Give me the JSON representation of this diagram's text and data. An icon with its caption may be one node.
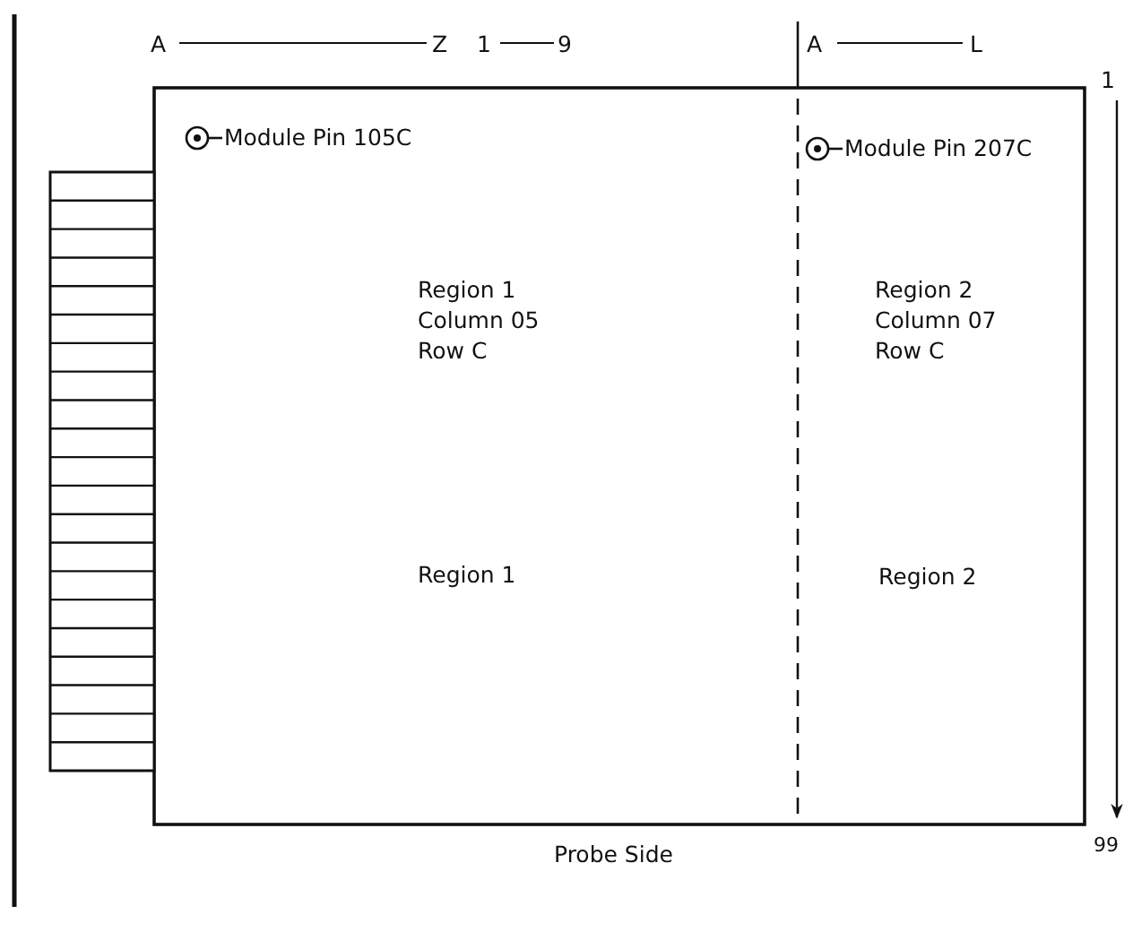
{
  "diagram": {
    "labels": [
      "A",
      "Z",
      "1",
      "9",
      "A",
      "L",
      "1",
      "Module Pin 105C",
      "Module Pin 207C",
      "Region 1 Column 05 Row C",
      "Region 2 Column 07 Row C",
      "Region 1",
      "Region 2",
      "99",
      "Probe Side"
    ]
  }
}
